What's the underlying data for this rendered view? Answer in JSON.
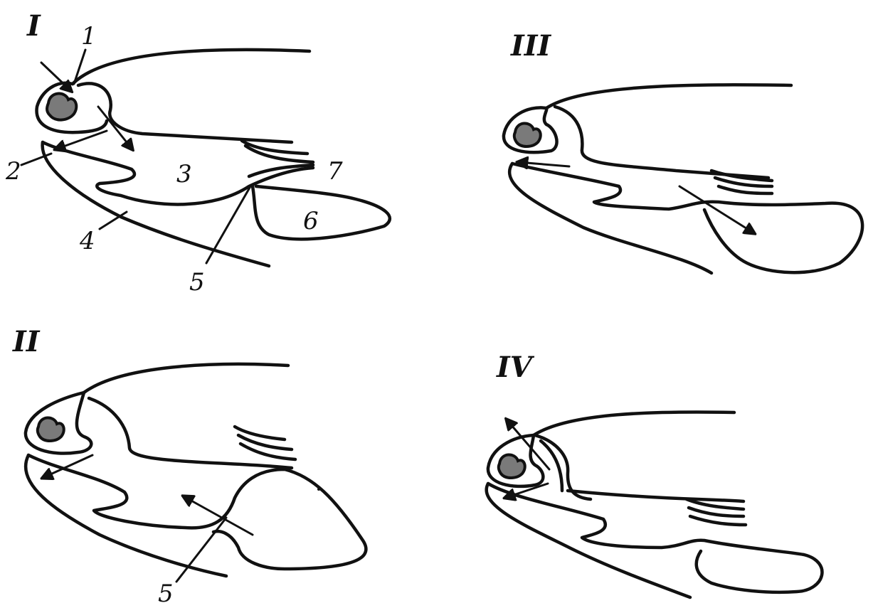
{
  "panels": [
    {
      "id": "I",
      "label": "I"
    },
    {
      "id": "II",
      "label": "II"
    },
    {
      "id": "III",
      "label": "III"
    },
    {
      "id": "IV",
      "label": "IV"
    }
  ],
  "callouts": {
    "panel_I": [
      "1",
      "2",
      "3",
      "4",
      "5",
      "6",
      "7"
    ],
    "panel_II": [
      "5"
    ]
  }
}
